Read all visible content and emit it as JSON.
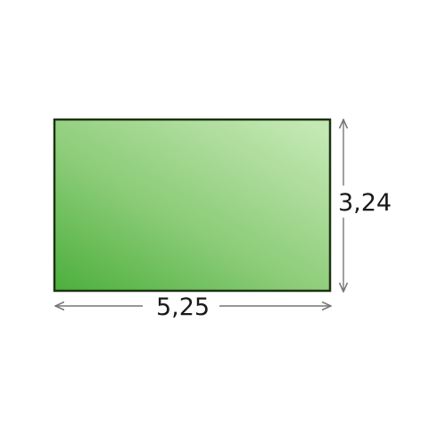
{
  "figure": {
    "shape": "rectangle",
    "width_label": "5,25",
    "height_label": "3,24",
    "fill_colors": {
      "dark": "#4caf3c",
      "light": "#c4e8b4",
      "border": "#1c3312"
    },
    "arrow_color": "#777777"
  }
}
